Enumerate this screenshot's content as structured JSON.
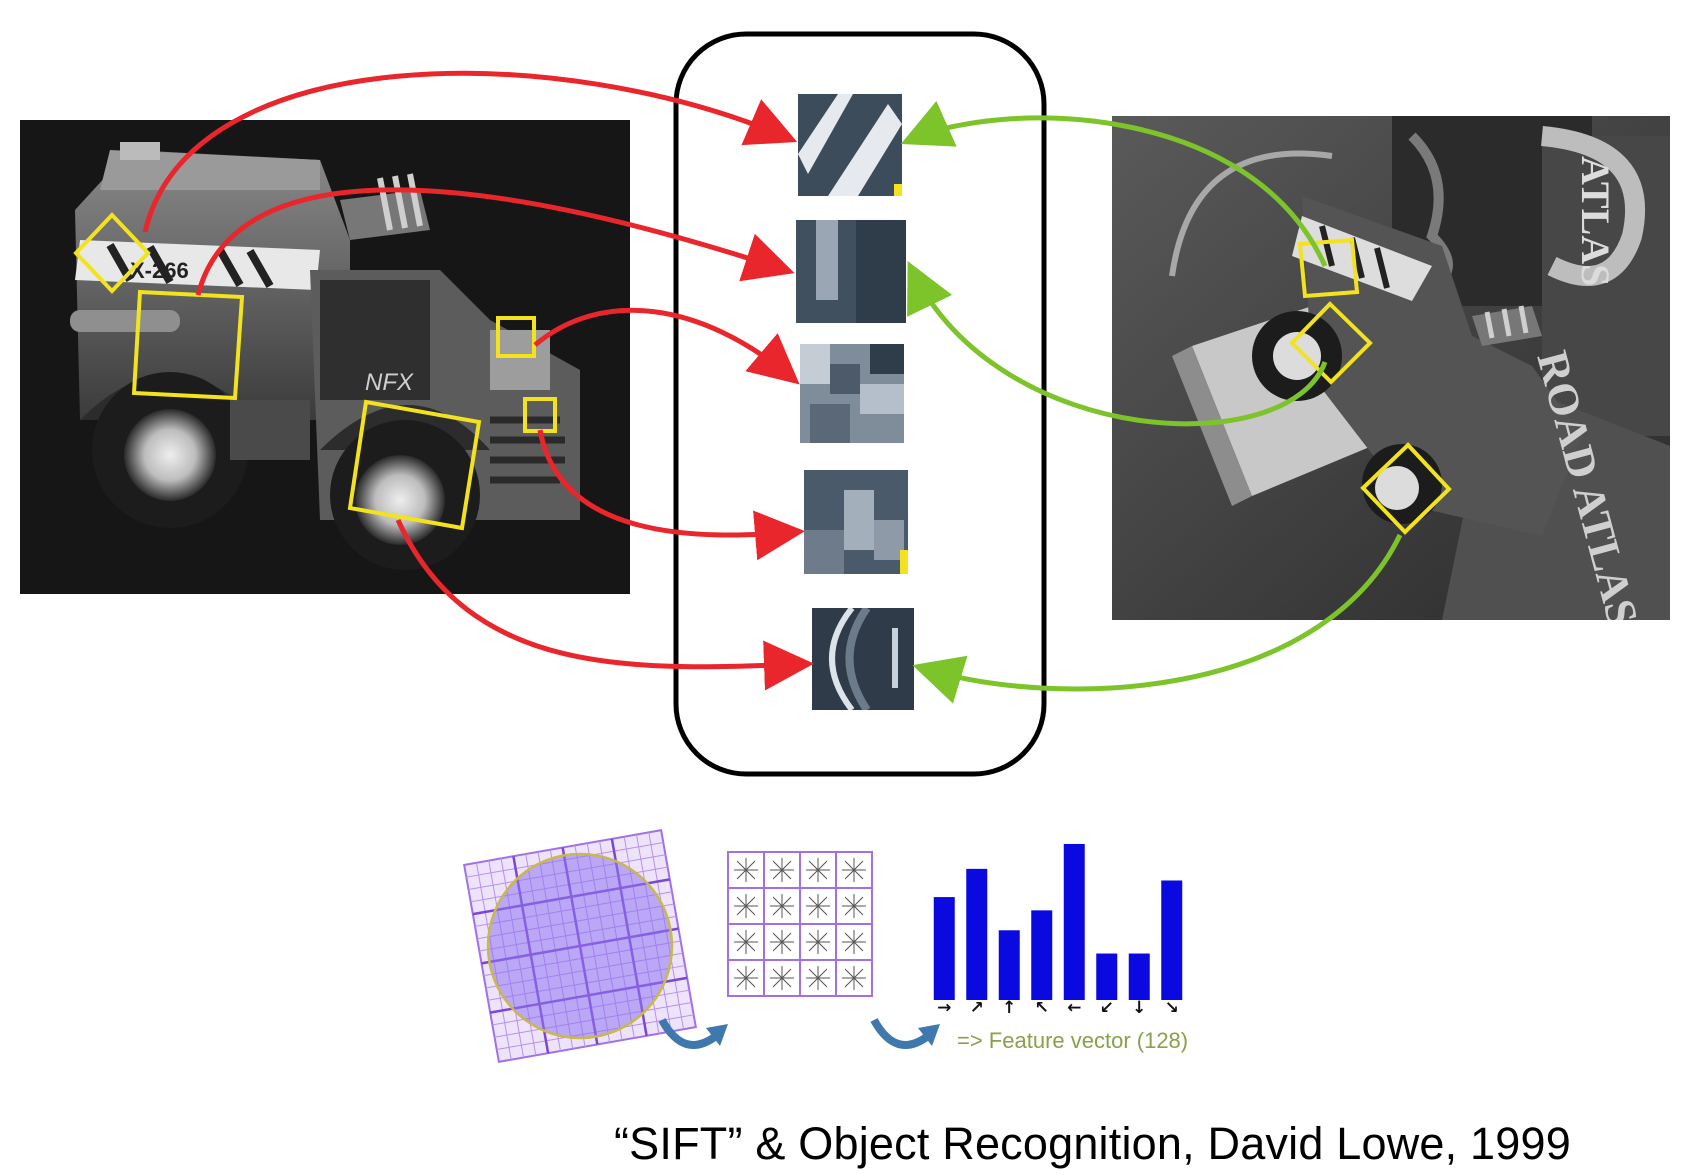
{
  "caption": "“SIFT” & Object Recognition, David Lowe, 1999",
  "feature_vector_label": "=> Feature vector (128)",
  "histogram": {
    "bar_values": [
      0.62,
      0.79,
      0.42,
      0.54,
      0.94,
      0.28,
      0.28,
      0.72
    ],
    "direction_arrows": [
      "→",
      "↗",
      "↑",
      "↖",
      "←",
      "↙",
      "↓",
      "↘"
    ],
    "bar_color": "#0a0ae0"
  },
  "colors": {
    "match_left": "#e8262b",
    "match_right": "#7cc42a",
    "keypoint_box": "#f2e31e",
    "descriptor_grid": "#a070e8",
    "flow_arrow": "#3e78ad"
  }
}
